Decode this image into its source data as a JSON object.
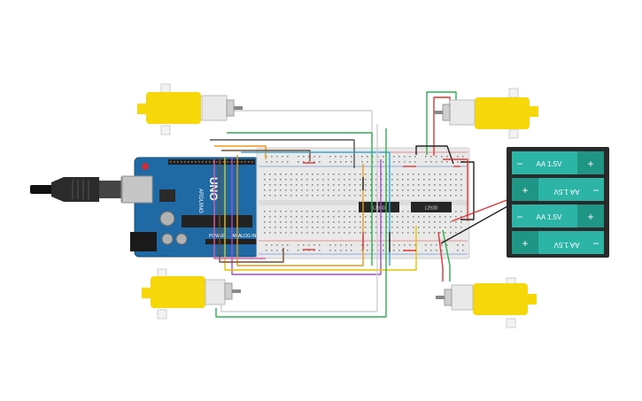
{
  "arduino": {
    "brand": "ARDUINO",
    "model": "UNO",
    "section_power": "POWER",
    "section_analog": "ANALOG IN"
  },
  "drivers": [
    {
      "label": "L293D"
    },
    {
      "label": "L293D"
    }
  ],
  "battery_pack": {
    "cells": [
      {
        "label": "AA 1.5V",
        "neg": "−",
        "pos": "+"
      },
      {
        "label": "AA 1.5V",
        "neg": "−",
        "pos": "+"
      },
      {
        "label": "AA 1.5V",
        "neg": "−",
        "pos": "+"
      },
      {
        "label": "AA 1.5V",
        "neg": "−",
        "pos": "+"
      }
    ]
  },
  "colors": {
    "board": "#1f6aa5",
    "breadboard": "#e9e9e9",
    "motor_yellow": "#f6d80a",
    "battery_teal": "#2cb5a6",
    "battery_case": "#2a2a2a",
    "wire_red": "#e33434",
    "wire_black": "#222222",
    "wire_green": "#2bb24c",
    "wire_orange": "#e99a1b",
    "wire_purple": "#a64bd0",
    "wire_blue": "#37a6d8",
    "wire_brown": "#7a4b2a",
    "wire_yellow": "#e7c400",
    "wire_grey": "#bdbdbd",
    "wire_pink": "#e55aa0"
  }
}
